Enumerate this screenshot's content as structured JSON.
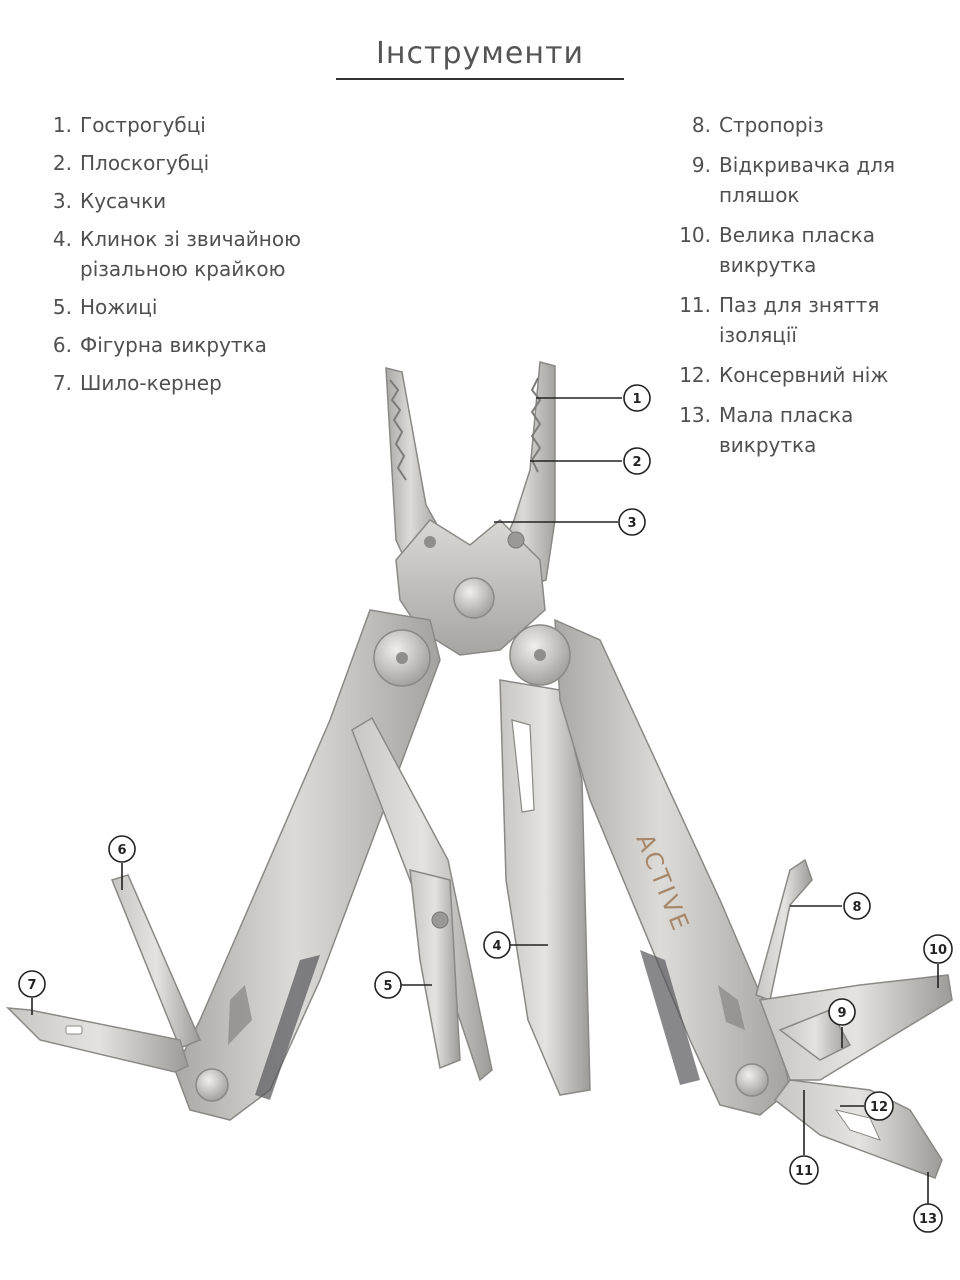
{
  "title": "Інструменти",
  "left_list": [
    {
      "num": "1.",
      "text": "Гострогубці"
    },
    {
      "num": "2.",
      "text": "Плоскогубці"
    },
    {
      "num": "3.",
      "text": "Кусачки"
    },
    {
      "num": "4.",
      "text": "Клинок зі звичайною різальною крайкою"
    },
    {
      "num": "5.",
      "text": "Ножиці"
    },
    {
      "num": "6.",
      "text": "Фігурна викрутка"
    },
    {
      "num": "7.",
      "text": "Шило-кернер"
    }
  ],
  "right_list": [
    {
      "num": "8.",
      "text": "Стропоріз"
    },
    {
      "num": "9.",
      "text": "Відкривачка для пляшок"
    },
    {
      "num": "10.",
      "text": "Велика пласка викрутка"
    },
    {
      "num": "11.",
      "text": "Паз для зняття ізоляції"
    },
    {
      "num": "12.",
      "text": "Консервний ніж"
    },
    {
      "num": "13.",
      "text": "Мала пласка викрутка"
    }
  ],
  "figure": {
    "brand_logo": "ACTIVE",
    "callouts": [
      "1",
      "2",
      "3",
      "4",
      "5",
      "6",
      "7",
      "8",
      "9",
      "10",
      "11",
      "12",
      "13"
    ]
  },
  "colors": {
    "steel_light": "#d4d3d0",
    "steel_mid": "#b9b8b4",
    "steel_dark": "#8f8e8a",
    "brand_bronze": "#a8886a",
    "text": "#505050",
    "callout_line": "#222222"
  }
}
